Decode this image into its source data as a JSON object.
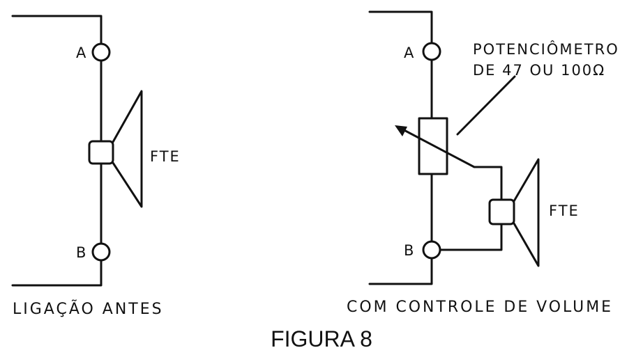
{
  "left_circuit": {
    "terminal_a": "A",
    "terminal_b": "B",
    "speaker_label": "FTE",
    "caption": "LIGAÇÃO ANTES"
  },
  "right_circuit": {
    "terminal_a": "A",
    "terminal_b": "B",
    "speaker_label": "FTE",
    "potentiometer_line1": "POTENCIÔMETRO",
    "potentiometer_line2": "DE 47 OU 100Ω",
    "caption": "COM CONTROLE DE VOLUME"
  },
  "figure_title": "FIGURA 8"
}
